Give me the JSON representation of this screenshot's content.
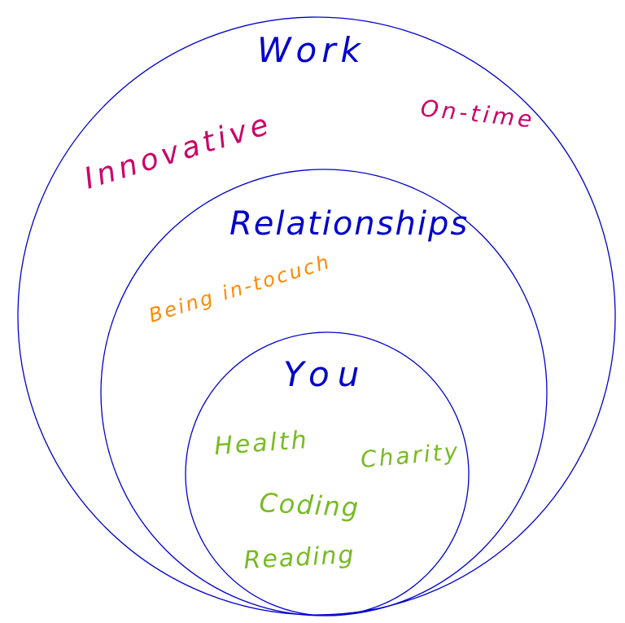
{
  "colors": {
    "circle": "#0000cc",
    "title": "#0000cc",
    "work": "#cc0066",
    "relationships": "#ff8800",
    "you": "#77bb22"
  },
  "labels": {
    "work": "Work",
    "on_time": "On-time",
    "innovative": "Innovative",
    "relationships": "Relationships",
    "being_in_touch": "Being in-tocuch",
    "you": "You",
    "health": "Health",
    "charity": "Charity",
    "coding": "Coding",
    "reading": "Reading"
  }
}
